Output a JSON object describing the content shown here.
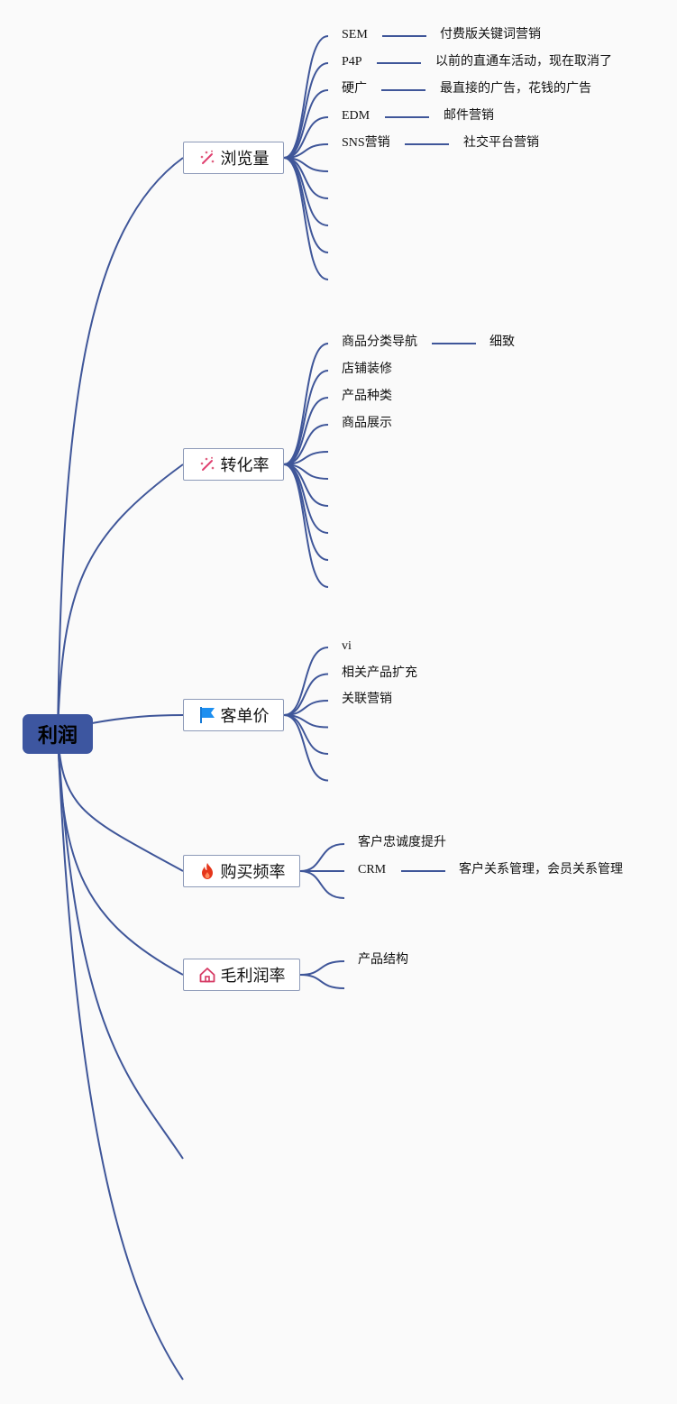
{
  "root": {
    "label": "利润"
  },
  "colors": {
    "line": "#3f5699",
    "root_fill": "#3d56a0",
    "node_border": "#8d9ab8"
  },
  "branches": [
    {
      "id": "views",
      "label": "浏览量",
      "icon": "magic-wand-icon",
      "items": [
        {
          "label": "SEM",
          "note": "付费版关键词营销"
        },
        {
          "label": "P4P",
          "note": "以前的直通车活动，现在取消了"
        },
        {
          "label": "硬广",
          "note": "最直接的广告，花钱的广告"
        },
        {
          "label": "EDM",
          "note": "邮件营销"
        },
        {
          "label": "SNS营销",
          "note": "社交平台营销"
        },
        {
          "label": ""
        },
        {
          "label": ""
        },
        {
          "label": ""
        },
        {
          "label": ""
        },
        {
          "label": ""
        }
      ]
    },
    {
      "id": "conversion",
      "label": "转化率",
      "icon": "magic-wand-icon",
      "items": [
        {
          "label": "商品分类导航",
          "note": "细致"
        },
        {
          "label": "店铺装修"
        },
        {
          "label": "产品种类"
        },
        {
          "label": "商品展示"
        },
        {
          "label": ""
        },
        {
          "label": ""
        },
        {
          "label": ""
        },
        {
          "label": ""
        },
        {
          "label": ""
        },
        {
          "label": ""
        }
      ]
    },
    {
      "id": "order-value",
      "label": "客单价",
      "icon": "flag-icon",
      "items": [
        {
          "label": "vi"
        },
        {
          "label": "相关产品扩充"
        },
        {
          "label": "关联营销"
        },
        {
          "label": ""
        },
        {
          "label": ""
        },
        {
          "label": ""
        }
      ]
    },
    {
      "id": "frequency",
      "label": "购买频率",
      "icon": "fire-icon",
      "items": [
        {
          "label": "客户忠诚度提升"
        },
        {
          "label": "CRM",
          "note": "客户关系管理，会员关系管理"
        },
        {
          "label": ""
        }
      ]
    },
    {
      "id": "margin",
      "label": "毛利润率",
      "icon": "house-icon",
      "items": [
        {
          "label": "产品结构"
        },
        {
          "label": ""
        }
      ]
    },
    {
      "id": "empty-1",
      "label": "",
      "icon": "",
      "items": []
    },
    {
      "id": "empty-2",
      "label": "",
      "icon": "",
      "items": []
    }
  ]
}
